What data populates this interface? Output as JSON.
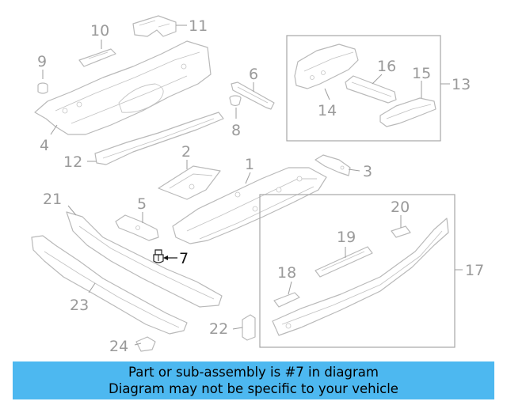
{
  "callouts": {
    "n1": "1",
    "n2": "2",
    "n3": "3",
    "n4": "4",
    "n5": "5",
    "n6": "6",
    "n7": "7",
    "n8": "8",
    "n9": "9",
    "n10": "10",
    "n11": "11",
    "n12": "12",
    "n13": "13",
    "n14": "14",
    "n15": "15",
    "n16": "16",
    "n17": "17",
    "n18": "18",
    "n19": "19",
    "n20": "20",
    "n21": "21",
    "n22": "22",
    "n23": "23",
    "n24": "24"
  },
  "highlighted_part": "7",
  "banner": {
    "line1": "Part or sub-assembly is #7 in diagram",
    "line2": "Diagram may not be specific to your vehicle"
  },
  "colors": {
    "banner_background": "#4db8f0",
    "highlight": "#111111",
    "line_art": "#b9b9b9"
  }
}
